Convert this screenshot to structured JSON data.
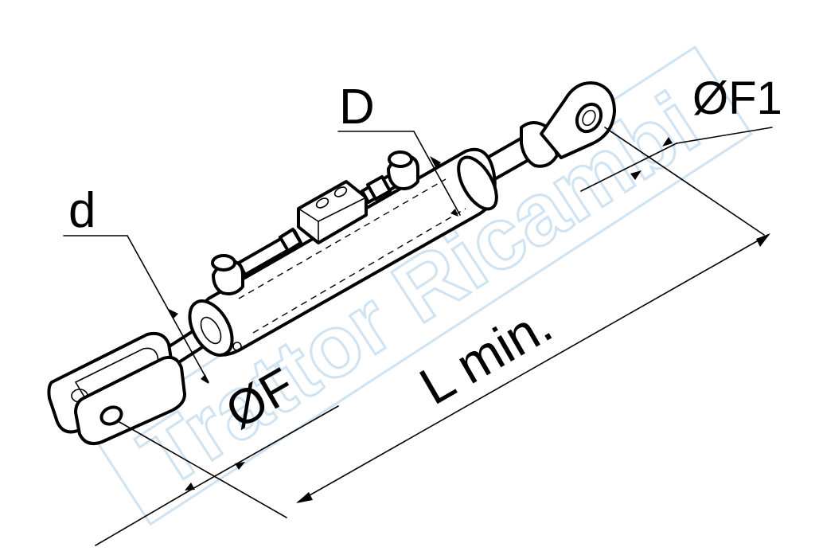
{
  "colors": {
    "background": "#ffffff",
    "line": "#000000",
    "watermark": "#cfe3f3"
  },
  "watermark": {
    "text": "Trattor Ricambi"
  },
  "labels": {
    "D": "D",
    "d": "d",
    "F": "ØF",
    "F1": "ØF1",
    "L": "L min."
  },
  "icons": {
    "cylinder": "hydraulic-cylinder-icon",
    "clevis": "clevis-fork-icon",
    "eye": "rod-eye-icon",
    "valve": "valve-block-icon"
  }
}
